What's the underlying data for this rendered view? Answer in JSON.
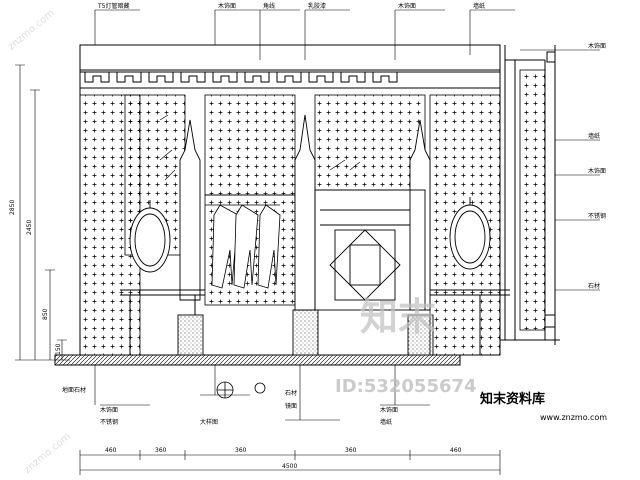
{
  "labels": {
    "top_1": "T5灯管暗藏",
    "top_2": "木饰面",
    "top_3": "角线",
    "top_4": "乳胶漆",
    "top_5": "木饰面",
    "top_6": "墙纸",
    "right_1": "木饰面",
    "right_2": "墙纸",
    "right_3": "木饰面",
    "right_4": "不锈钢",
    "right_5": "石材",
    "bottom_1": "地面石材",
    "bottom_2": "木饰面",
    "bottom_3": "不锈钢",
    "bottom_4": "大样图",
    "bottom_5": "石材",
    "bottom_6": "镜面",
    "bottom_7": "木饰面",
    "bottom_8": "墙纸"
  },
  "dimensions": {
    "bottom_1": "460",
    "bottom_2": "360",
    "bottom_3": "360",
    "bottom_4": "360",
    "bottom_5": "460",
    "bottom_total": "4500",
    "left_1": "2850",
    "left_2": "2450",
    "left_3": "850",
    "left_4": "150"
  },
  "watermarks": {
    "logo_cn": "知末",
    "id_text": "ID:532055674",
    "site_cn": "知末资料库",
    "site_url": "www.znzmo.com",
    "diag_1": "znzmo.com",
    "diag_2": "znzmo.com"
  }
}
